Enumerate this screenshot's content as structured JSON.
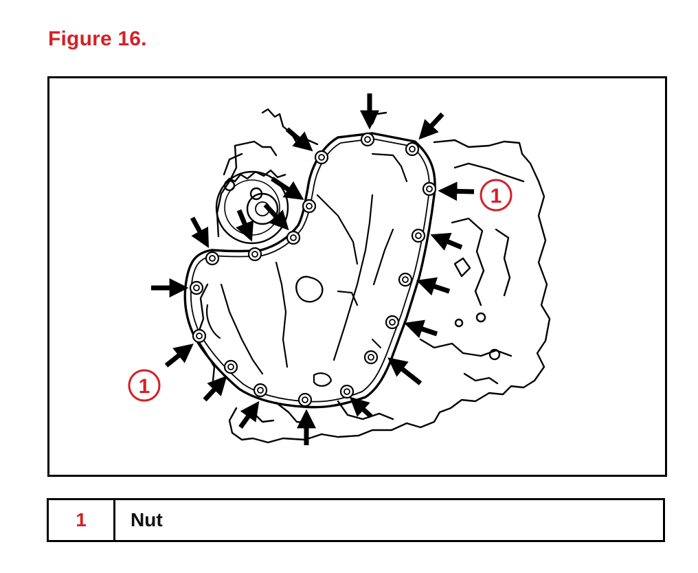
{
  "figure": {
    "title": "Figure 16.",
    "accent_color": "#d42027",
    "callouts": [
      {
        "label": "1"
      },
      {
        "label": "1"
      }
    ]
  },
  "legend": {
    "rows": [
      {
        "number": "1",
        "description": "Nut"
      }
    ]
  }
}
